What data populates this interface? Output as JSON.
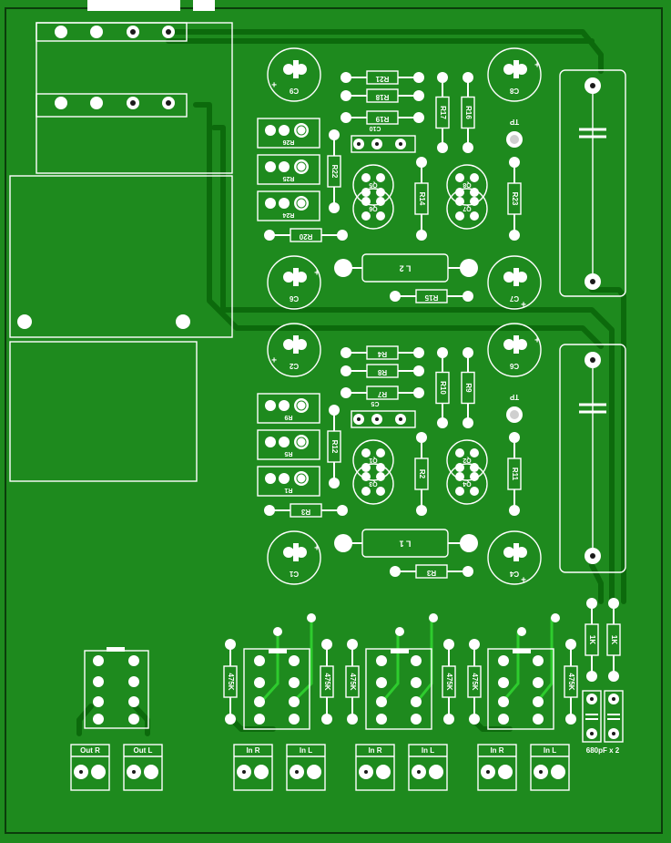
{
  "board": {
    "background": "#1e8a1e",
    "trace_color": "#0c6a0c",
    "bright_trace_color": "#2ecc2e",
    "silk_color": "#ffffff"
  },
  "labels": {
    "tp": "TP",
    "l1": "L 1",
    "l2": "L 2",
    "cap_footer": "680pF x 2",
    "r475k": "475K",
    "r1k": "1K",
    "out_r": "Out R",
    "out_l": "Out L",
    "in_r": "In R",
    "in_l": "In L"
  },
  "upper_channel": {
    "resistors_top": [
      "R21",
      "R18",
      "R19"
    ],
    "vertical": [
      "R17",
      "R16"
    ],
    "c10": "C10",
    "trimmers": [
      "R26",
      "R25",
      "R24"
    ],
    "r22": "R22",
    "r14": "R14",
    "r23": "R23",
    "r20": "R20",
    "r15": "R15",
    "caps": [
      "C9",
      "C8",
      "C6",
      "C7"
    ],
    "transistors": [
      "Q5",
      "Q6",
      "Q8",
      "Q7"
    ]
  },
  "lower_channel": {
    "resistors_top": [
      "R4",
      "R8",
      "R7"
    ],
    "vertical": [
      "R10",
      "R9"
    ],
    "c5": "C5",
    "trimmers": [
      "R9",
      "R5",
      "R1"
    ],
    "r12": "R12",
    "r2": "R2",
    "r11": "R11",
    "r3": "R3",
    "caps": [
      "C2",
      "C6",
      "C1",
      "C4"
    ],
    "transistors": [
      "Q1",
      "Q3",
      "Q2",
      "Q4"
    ]
  }
}
